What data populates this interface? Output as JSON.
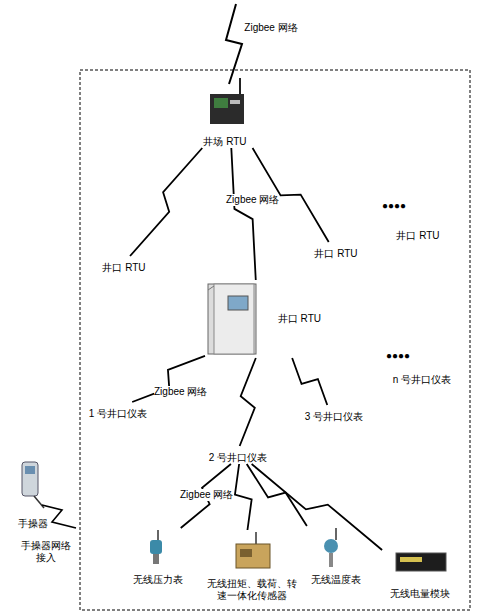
{
  "diagram": {
    "nodes": [
      {
        "text": [
          "井场 RTU"
        ]
      },
      {
        "text": [
          "井口 RTU"
        ]
      },
      {
        "text": [
          "井口 RTU"
        ]
      },
      {
        "text": [
          "井口 RTU"
        ]
      },
      {
        "text": [
          "井口 RTU"
        ]
      },
      {
        "text": [
          "1 号井口仪表"
        ]
      },
      {
        "text": [
          "2 号井口仪表"
        ]
      },
      {
        "text": [
          "3 号井口仪表"
        ]
      },
      {
        "text": [
          "n 号井口仪表"
        ]
      },
      {
        "text": [
          "手操器"
        ]
      },
      {
        "text": [
          "无线压力表"
        ]
      },
      {
        "text": [
          "无线扭矩、载荷、转速一体化传感器"
        ]
      },
      {
        "text": [
          "无线温度表"
        ]
      },
      {
        "text": [
          "无线电量模块"
        ]
      }
    ],
    "edges": [
      {
        "from": 0,
        "to": 1,
        "arrow": "none"
      },
      {
        "from": 0,
        "to": 2,
        "arrow": "none"
      },
      {
        "from": 0,
        "to": 4,
        "label": "Zigbee 网络",
        "arrow": "none"
      },
      {
        "from": 4,
        "to": 5,
        "label": "Zigbee 网络",
        "arrow": "none"
      },
      {
        "from": 4,
        "to": 6,
        "arrow": "none"
      },
      {
        "from": 4,
        "to": 7,
        "arrow": "none"
      },
      {
        "from": 6,
        "to": 10,
        "label": "Zigbee 网络",
        "arrow": "none"
      },
      {
        "from": 6,
        "to": 11,
        "arrow": "none"
      },
      {
        "from": 6,
        "to": 12,
        "arrow": "none"
      },
      {
        "from": 6,
        "to": 13,
        "arrow": "none"
      }
    ],
    "labels": [
      "Zigbee 网络",
      "●●●●",
      "●●●●",
      "手操器网络接入"
    ]
  }
}
